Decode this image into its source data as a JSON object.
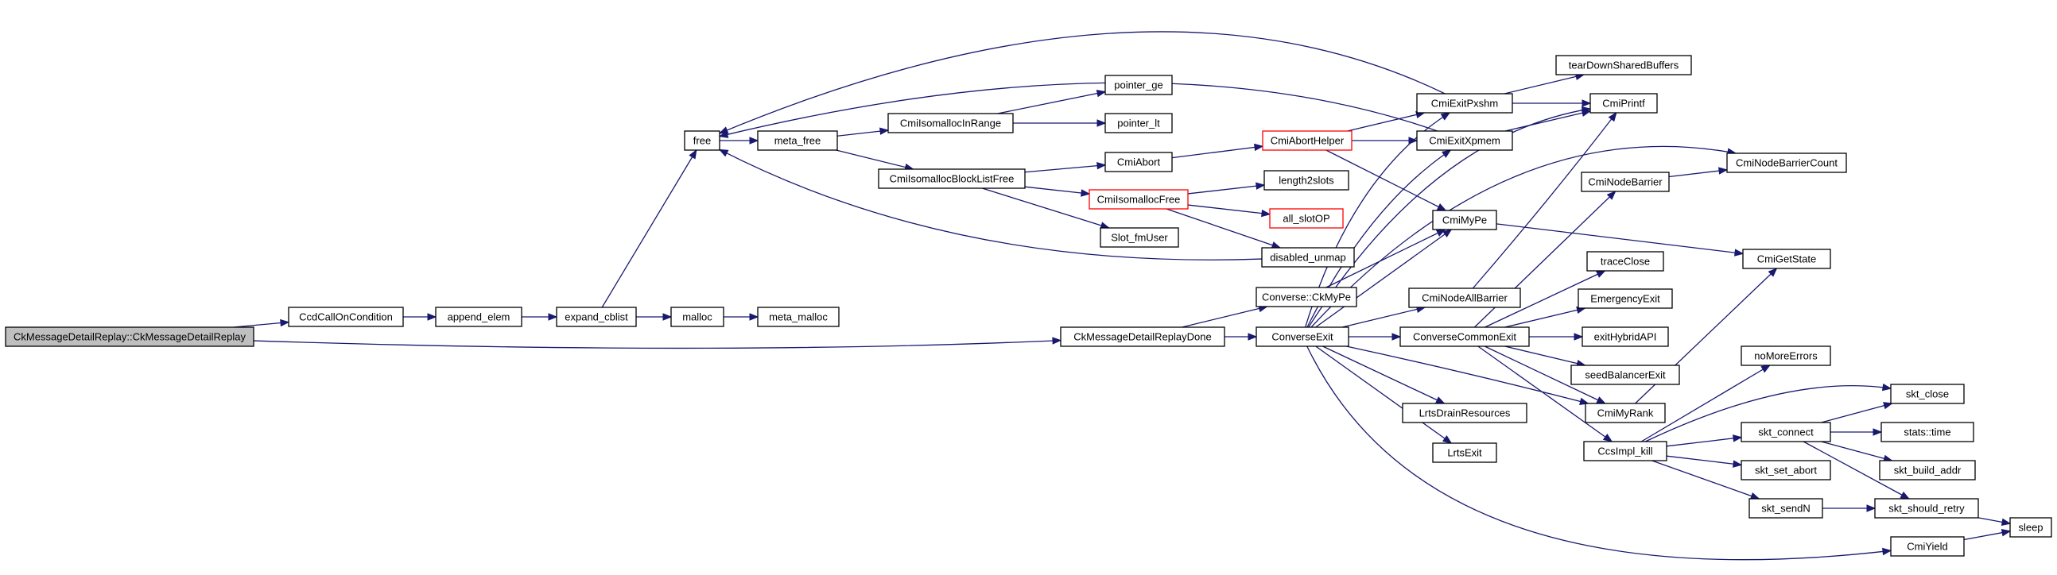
{
  "graph": {
    "colors": {
      "edge": "#191970",
      "node_border": "#000000",
      "node_fill": "#ffffff",
      "root_fill": "#bfbfbf",
      "truncated_border": "#ff0000"
    },
    "nodes": [
      {
        "id": "root",
        "label": "CkMessageDetailReplay::CkMessageDetailReplay",
        "style": "root"
      },
      {
        "id": "ccdcall",
        "label": "CcdCallOnCondition"
      },
      {
        "id": "append",
        "label": "append_elem"
      },
      {
        "id": "expand",
        "label": "expand_cblist"
      },
      {
        "id": "malloc",
        "label": "malloc"
      },
      {
        "id": "metamalloc",
        "label": "meta_malloc"
      },
      {
        "id": "free",
        "label": "free"
      },
      {
        "id": "metafree",
        "label": "meta_free"
      },
      {
        "id": "inrange",
        "label": "CmiIsomallocInRange"
      },
      {
        "id": "pge",
        "label": "pointer_ge"
      },
      {
        "id": "plt",
        "label": "pointer_lt"
      },
      {
        "id": "blocklist",
        "label": "CmiIsomallocBlockListFree"
      },
      {
        "id": "cmiabort",
        "label": "CmiAbort"
      },
      {
        "id": "isofree",
        "label": "CmiIsomallocFree",
        "style": "truncated"
      },
      {
        "id": "slotfm",
        "label": "Slot_fmUser"
      },
      {
        "id": "aborthelper",
        "label": "CmiAbortHelper",
        "style": "truncated"
      },
      {
        "id": "len2slots",
        "label": "length2slots"
      },
      {
        "id": "allslot",
        "label": "all_slotOP",
        "style": "truncated"
      },
      {
        "id": "disunmap",
        "label": "disabled_unmap"
      },
      {
        "id": "ckmype",
        "label": "Converse::CkMyPe"
      },
      {
        "id": "replaydone",
        "label": "CkMessageDetailReplayDone"
      },
      {
        "id": "convexit",
        "label": "ConverseExit"
      },
      {
        "id": "pxshm",
        "label": "CmiExitPxshm"
      },
      {
        "id": "xpmem",
        "label": "CmiExitXpmem"
      },
      {
        "id": "teardown",
        "label": "tearDownSharedBuffers"
      },
      {
        "id": "cmiprintf",
        "label": "CmiPrintf"
      },
      {
        "id": "cmimype",
        "label": "CmiMyPe"
      },
      {
        "id": "nodeallbarrier",
        "label": "CmiNodeAllBarrier"
      },
      {
        "id": "convcommon",
        "label": "ConverseCommonExit"
      },
      {
        "id": "nodebarrier",
        "label": "CmiNodeBarrier"
      },
      {
        "id": "nbcount",
        "label": "CmiNodeBarrierCount"
      },
      {
        "id": "getstate",
        "label": "CmiGetState"
      },
      {
        "id": "traceclose",
        "label": "traceClose"
      },
      {
        "id": "emergexit",
        "label": "EmergencyExit"
      },
      {
        "id": "exithybrid",
        "label": "exitHybridAPI"
      },
      {
        "id": "seedbal",
        "label": "seedBalancerExit"
      },
      {
        "id": "myrank",
        "label": "CmiMyRank"
      },
      {
        "id": "lrtsdrain",
        "label": "LrtsDrainResources"
      },
      {
        "id": "lrtsexit",
        "label": "LrtsExit"
      },
      {
        "id": "ccsimpl",
        "label": "CcsImpl_kill"
      },
      {
        "id": "nomore",
        "label": "noMoreErrors"
      },
      {
        "id": "sktclose",
        "label": "skt_close"
      },
      {
        "id": "sktconnect",
        "label": "skt_connect"
      },
      {
        "id": "statstime",
        "label": "stats::time"
      },
      {
        "id": "sktbuild",
        "label": "skt_build_addr"
      },
      {
        "id": "sktsetabort",
        "label": "skt_set_abort"
      },
      {
        "id": "sktsendn",
        "label": "skt_sendN"
      },
      {
        "id": "sktretry",
        "label": "skt_should_retry"
      },
      {
        "id": "sleep",
        "label": "sleep"
      },
      {
        "id": "cmiyield",
        "label": "CmiYield"
      }
    ]
  }
}
